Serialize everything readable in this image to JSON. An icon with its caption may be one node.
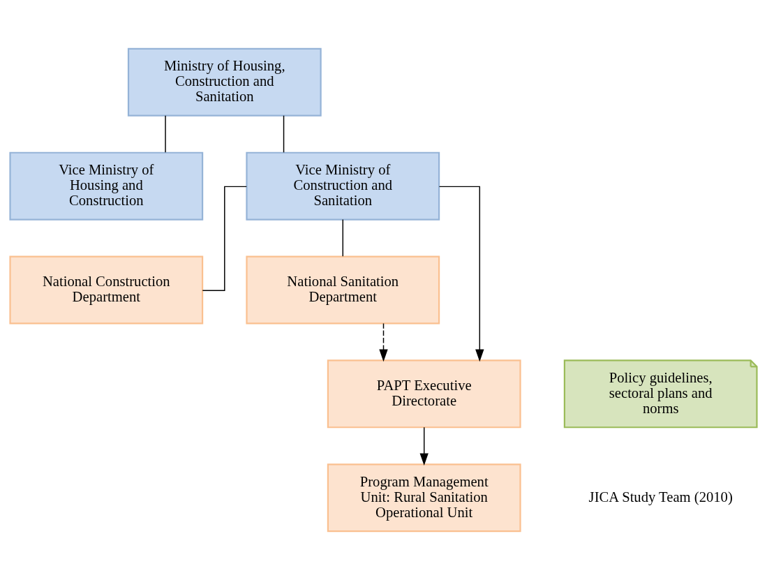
{
  "diagram": {
    "nodes": [
      {
        "text": [
          "Ministry of Housing, Construction and Sanitation"
        ]
      },
      {
        "text": [
          "Vice Ministry of Housing and Construction"
        ]
      },
      {
        "text": [
          "Vice Ministry of Construction and Sanitation"
        ]
      },
      {
        "text": [
          "National Construction Department"
        ]
      },
      {
        "text": [
          "National Sanitation Department"
        ]
      },
      {
        "text": [
          "PAPT Executive Directorate"
        ]
      },
      {
        "text": [
          "Program Management Unit: Rural Sanitation Operational Unit"
        ]
      },
      {
        "text": [
          "Policy guidelines, sectoral plans and norms"
        ]
      }
    ],
    "edges": [
      {
        "from": 0,
        "to": 1,
        "arrow": "none"
      },
      {
        "from": 0,
        "to": 2,
        "arrow": "none"
      },
      {
        "from": 2,
        "to": 3,
        "arrow": "none"
      },
      {
        "from": 2,
        "to": 4,
        "arrow": "none"
      },
      {
        "from": 2,
        "to": 5,
        "arrow": "to"
      },
      {
        "from": 4,
        "to": 5,
        "arrow": "to",
        "style": "dashed"
      },
      {
        "from": 5,
        "to": 6,
        "arrow": "to"
      }
    ],
    "labels": [
      "JICA Study Team (2010)"
    ]
  }
}
